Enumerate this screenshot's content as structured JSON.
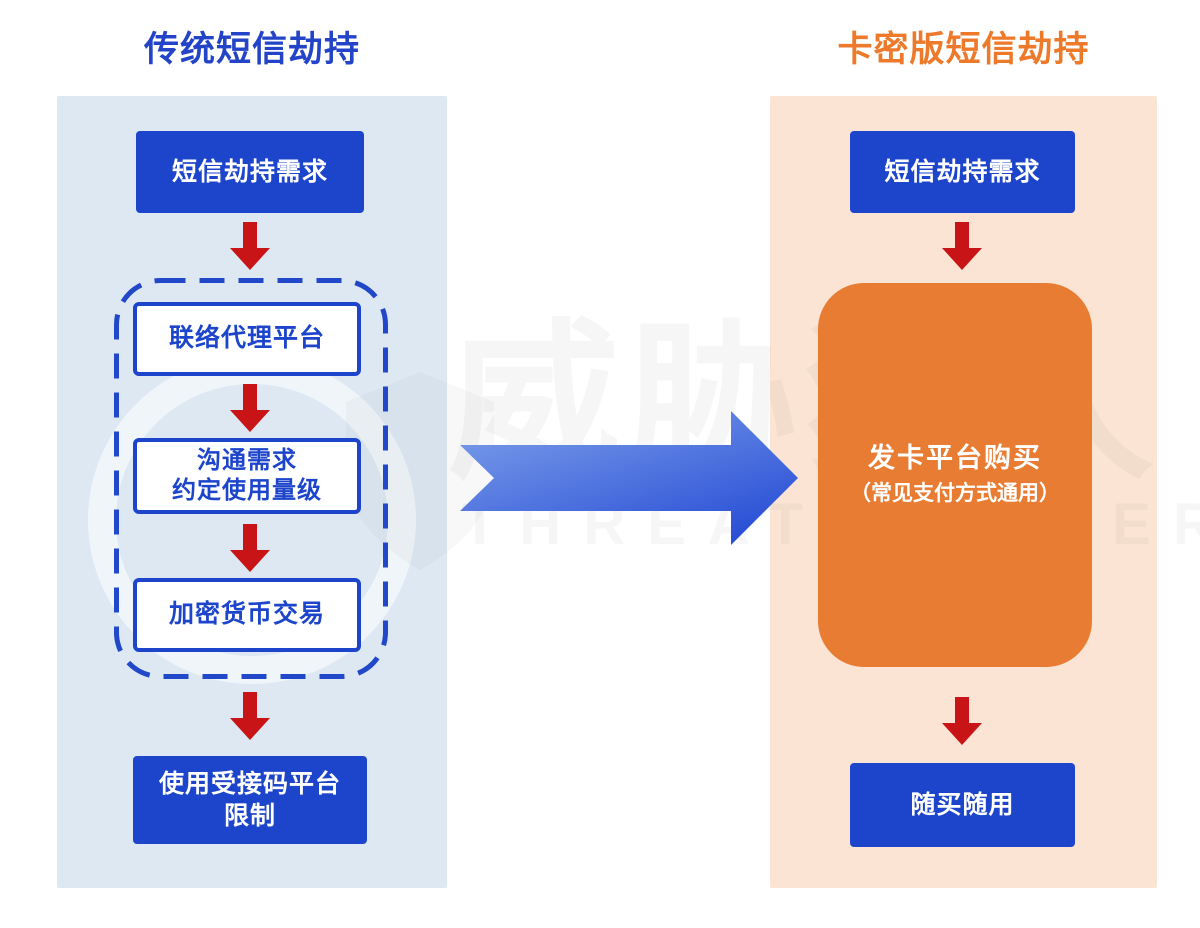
{
  "colors": {
    "page_background": "#ffffff",
    "left_panel": "#dde8f3",
    "right_panel": "#fbe4d3",
    "blue_node": "#1d45cb",
    "blue_border": "#2148c8",
    "title_blue": "#2444c8",
    "title_orange": "#ed7a2b",
    "orange_node": "#e87c33",
    "red_arrow": "#c81416",
    "center_arrow_gradient_start": "#7fa2ea",
    "center_arrow_gradient_end": "#2a4fd6"
  },
  "watermark": {
    "text_cn": "威胁猎人",
    "text_en": "THREAT HUNTER",
    "logo": "shield-ring"
  },
  "left_flow": {
    "title": "传统短信劫持",
    "start": "短信劫持需求",
    "steps": {
      "step1": "联络代理平台",
      "step2_line1": "沟通需求",
      "step2_line2": "约定使用量级",
      "step3": "加密货币交易"
    },
    "end_line1": "使用受接码平台",
    "end_line2": "限制"
  },
  "right_flow": {
    "title": "卡密版短信劫持",
    "start": "短信劫持需求",
    "main_line1": "发卡平台购买",
    "main_line2": "（常见支付方式通用）",
    "end": "随买随用"
  }
}
